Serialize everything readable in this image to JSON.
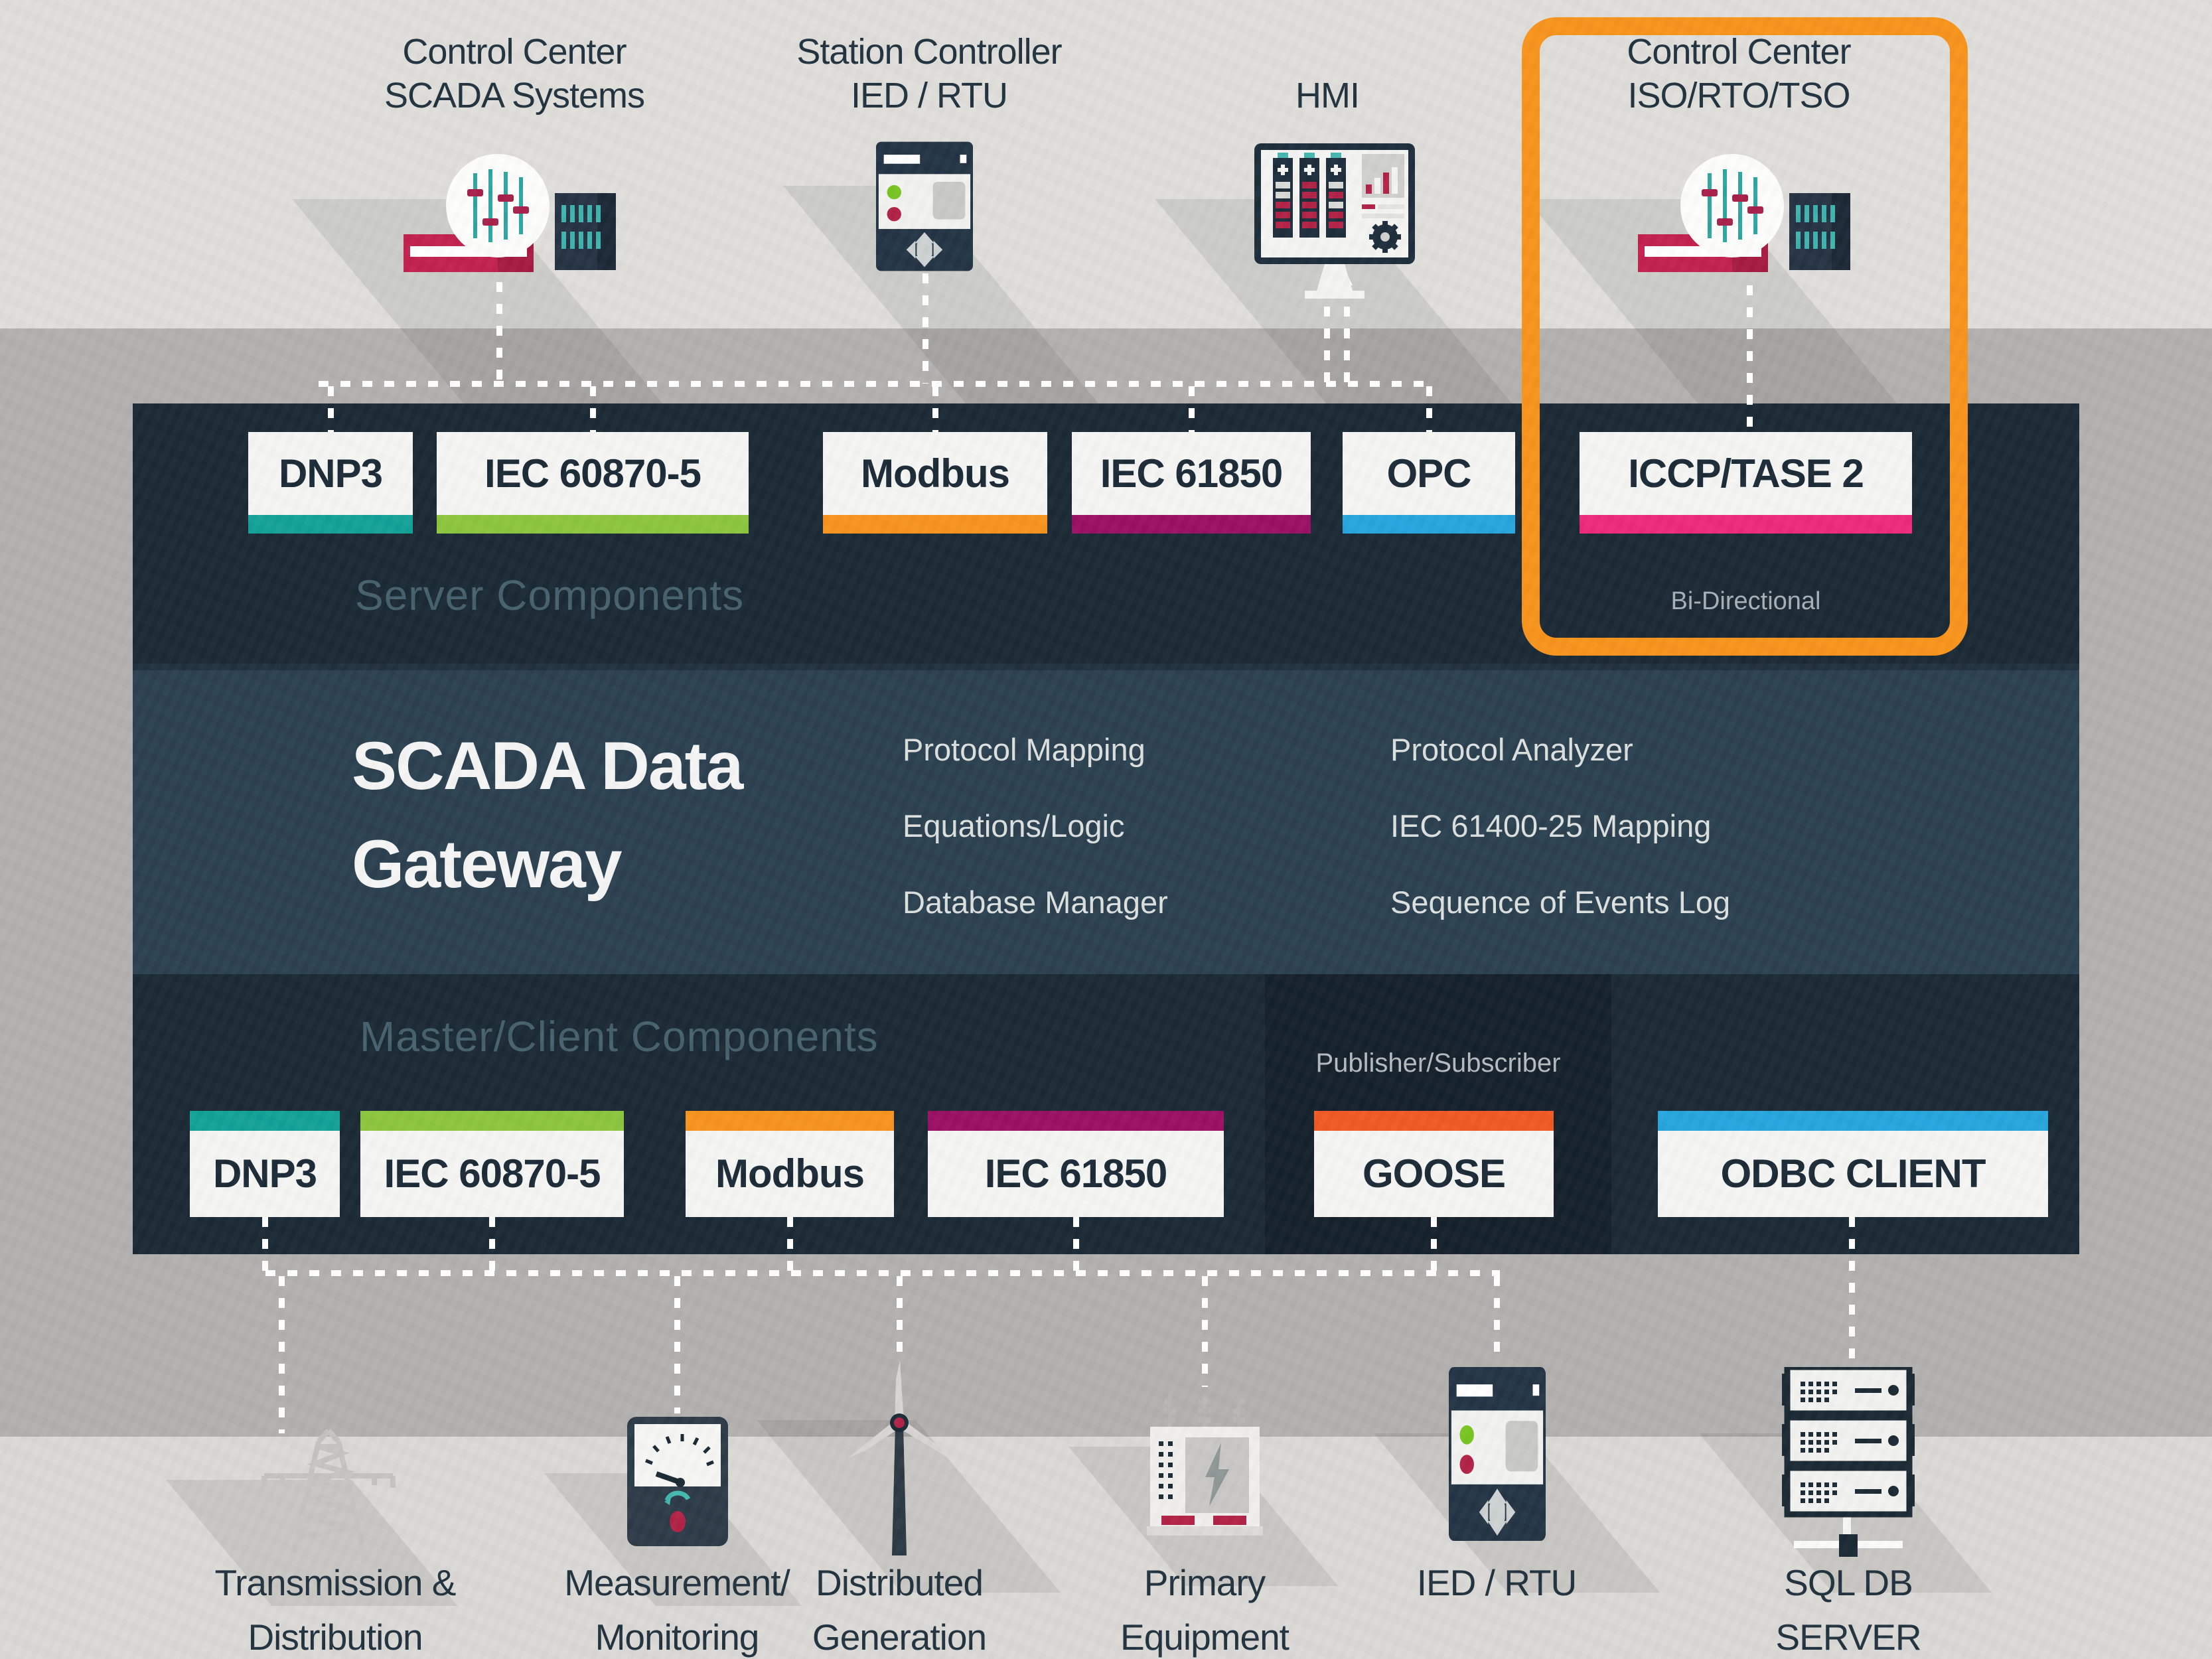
{
  "colors": {
    "highlight": "#f7941d",
    "panel_dark": "#1b2a35",
    "panel_mid": "#2c4150",
    "panel_sub": "#15212b",
    "gray_band": "#b2b1af",
    "paper": "#dfdedb",
    "teal": "#14a298",
    "green": "#8cc63e",
    "orange": "#f7941e",
    "plum": "#9b1063",
    "blue": "#27a6de",
    "pink": "#ee2a7b",
    "red_orange": "#f15a24"
  },
  "top_nodes": [
    {
      "line1": "Control Center",
      "line2": "SCADA Systems",
      "icon": "control-sliders-icon"
    },
    {
      "line1": "Station Controller",
      "line2": "IED / RTU",
      "icon": "ied-rtu-icon"
    },
    {
      "line1": "HMI",
      "icon": "hmi-monitor-icon"
    },
    {
      "line1": "Control Center",
      "line2": "ISO/RTO/TSO",
      "icon": "control-sliders-icon",
      "highlighted": true
    }
  ],
  "gateway": {
    "title_line1": "SCADA Data",
    "title_line2": "Gateway",
    "server_section_label": "Server Components",
    "master_section_label": "Master/Client Components",
    "publisher_group_label": "Publisher/Subscriber",
    "bidirectional_note": "Bi-Directional",
    "features_col1": [
      "Protocol Mapping",
      "Equations/Logic",
      "Database Manager"
    ],
    "features_col2": [
      "Protocol Analyzer",
      "IEC 61400-25 Mapping",
      "Sequence of Events Log"
    ],
    "server_boxes": [
      {
        "label": "DNP3",
        "color": "#14a298"
      },
      {
        "label": "IEC 60870-5",
        "color": "#8cc63e"
      },
      {
        "label": "Modbus",
        "color": "#f7941e"
      },
      {
        "label": "IEC 61850",
        "color": "#9b1063"
      },
      {
        "label": "OPC",
        "color": "#27a6de"
      },
      {
        "label": "ICCP/TASE 2",
        "color": "#ee2a7b"
      }
    ],
    "master_boxes": [
      {
        "label": "DNP3",
        "color": "#14a298"
      },
      {
        "label": "IEC 60870-5",
        "color": "#8cc63e"
      },
      {
        "label": "Modbus",
        "color": "#f7941e"
      },
      {
        "label": "IEC 61850",
        "color": "#9b1063"
      },
      {
        "label": "GOOSE",
        "color": "#f15a24"
      },
      {
        "label": "ODBC CLIENT",
        "color": "#27a6de"
      }
    ]
  },
  "bottom_nodes": [
    {
      "line1": "Transmission &",
      "line2": "Distribution",
      "icon": "transmission-tower-icon"
    },
    {
      "line1": "Measurement/",
      "line2": "Monitoring",
      "icon": "gauge-meter-icon"
    },
    {
      "line1": "Distributed",
      "line2": "Generation",
      "icon": "wind-turbine-icon"
    },
    {
      "line1": "Primary",
      "line2": "Equipment",
      "icon": "transformer-icon"
    },
    {
      "line1": "IED / RTU",
      "icon": "ied-rtu-icon"
    },
    {
      "line1": "SQL DB",
      "line2": "SERVER",
      "icon": "server-stack-icon"
    }
  ]
}
